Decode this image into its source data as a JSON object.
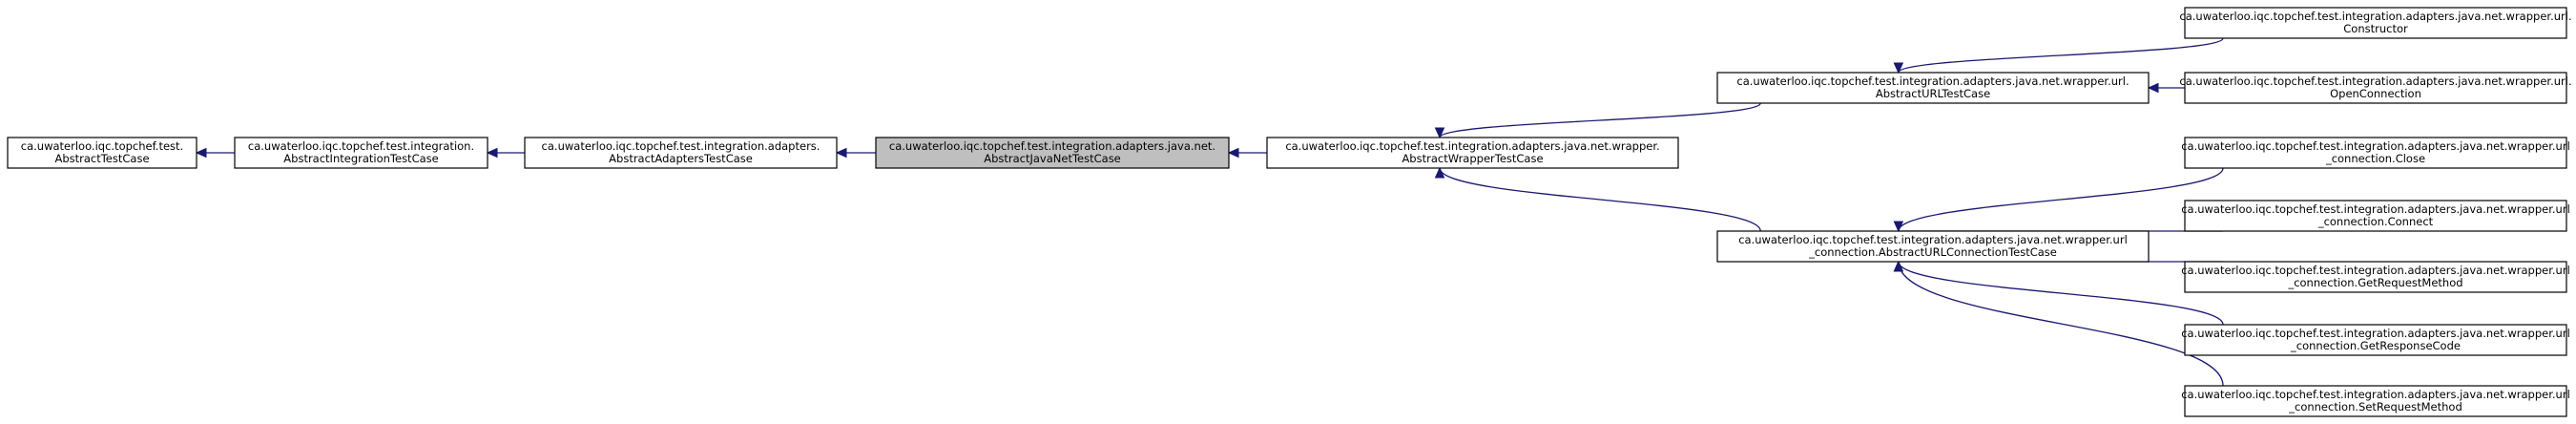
{
  "diagram": {
    "nodes": {
      "abstract_test_case": [
        "ca.uwaterloo.iqc.topchef.test.",
        "AbstractTestCase"
      ],
      "abstract_integration": [
        "ca.uwaterloo.iqc.topchef.test.integration.",
        "AbstractIntegrationTestCase"
      ],
      "abstract_adapters": [
        "ca.uwaterloo.iqc.topchef.test.integration.adapters.",
        "AbstractAdaptersTestCase"
      ],
      "abstract_java_net": [
        "ca.uwaterloo.iqc.topchef.test.integration.adapters.java.net.",
        "AbstractJavaNetTestCase"
      ],
      "abstract_wrapper": [
        "ca.uwaterloo.iqc.topchef.test.integration.adapters.java.net.wrapper.",
        "AbstractWrapperTestCase"
      ],
      "abstract_url": [
        "ca.uwaterloo.iqc.topchef.test.integration.adapters.java.net.wrapper.url.",
        "AbstractURLTestCase"
      ],
      "url_constructor": [
        "ca.uwaterloo.iqc.topchef.test.integration.adapters.java.net.wrapper.url.",
        "Constructor"
      ],
      "url_open_connection": [
        "ca.uwaterloo.iqc.topchef.test.integration.adapters.java.net.wrapper.url.",
        "OpenConnection"
      ],
      "abstract_url_connection": [
        "ca.uwaterloo.iqc.topchef.test.integration.adapters.java.net.wrapper.url",
        "_connection.AbstractURLConnectionTestCase"
      ],
      "conn_close": [
        "ca.uwaterloo.iqc.topchef.test.integration.adapters.java.net.wrapper.url",
        "_connection.Close"
      ],
      "conn_connect": [
        "ca.uwaterloo.iqc.topchef.test.integration.adapters.java.net.wrapper.url",
        "_connection.Connect"
      ],
      "conn_get_request_method": [
        "ca.uwaterloo.iqc.topchef.test.integration.adapters.java.net.wrapper.url",
        "_connection.GetRequestMethod"
      ],
      "conn_get_response_code": [
        "ca.uwaterloo.iqc.topchef.test.integration.adapters.java.net.wrapper.url",
        "_connection.GetResponseCode"
      ],
      "conn_set_request_method": [
        "ca.uwaterloo.iqc.topchef.test.integration.adapters.java.net.wrapper.url",
        "_connection.SetRequestMethod"
      ]
    },
    "highlighted_node": "abstract_java_net",
    "edge_color": "#191970",
    "highlight_fill": "#bfbfbf",
    "edges": [
      {
        "from": "abstract_integration",
        "to": "abstract_test_case"
      },
      {
        "from": "abstract_adapters",
        "to": "abstract_integration"
      },
      {
        "from": "abstract_java_net",
        "to": "abstract_adapters"
      },
      {
        "from": "abstract_wrapper",
        "to": "abstract_java_net"
      },
      {
        "from": "abstract_url",
        "to": "abstract_wrapper"
      },
      {
        "from": "abstract_url_connection",
        "to": "abstract_wrapper"
      },
      {
        "from": "url_constructor",
        "to": "abstract_url"
      },
      {
        "from": "url_open_connection",
        "to": "abstract_url"
      },
      {
        "from": "conn_close",
        "to": "abstract_url_connection"
      },
      {
        "from": "conn_connect",
        "to": "abstract_url_connection"
      },
      {
        "from": "conn_get_request_method",
        "to": "abstract_url_connection"
      },
      {
        "from": "conn_get_response_code",
        "to": "abstract_url_connection"
      },
      {
        "from": "conn_set_request_method",
        "to": "abstract_url_connection"
      }
    ]
  }
}
